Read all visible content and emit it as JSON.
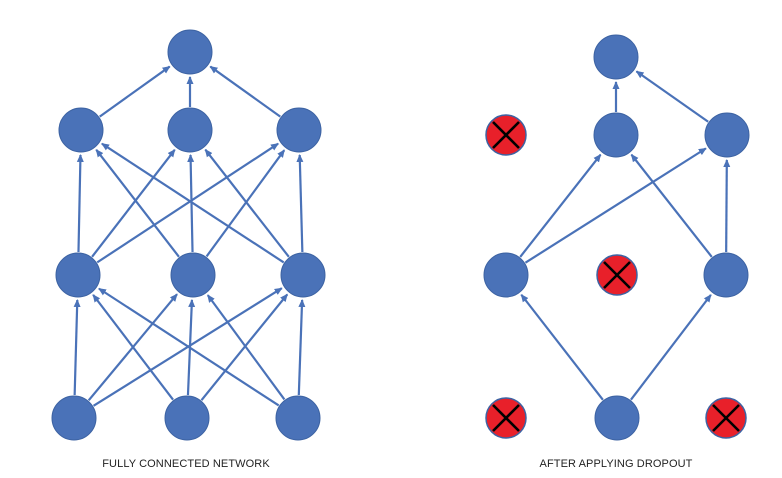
{
  "colors": {
    "node": "#4a72b8",
    "node_stroke": "#3d63a3",
    "edge": "#4a72b8",
    "dropped_fill": "#e8202a",
    "cross": "#000000"
  },
  "panels": [
    {
      "id": "fully-connected",
      "caption": "FULLY CONNECTED NETWORK"
    },
    {
      "id": "dropout",
      "caption": "AFTER APPLYING DROPOUT"
    }
  ]
}
